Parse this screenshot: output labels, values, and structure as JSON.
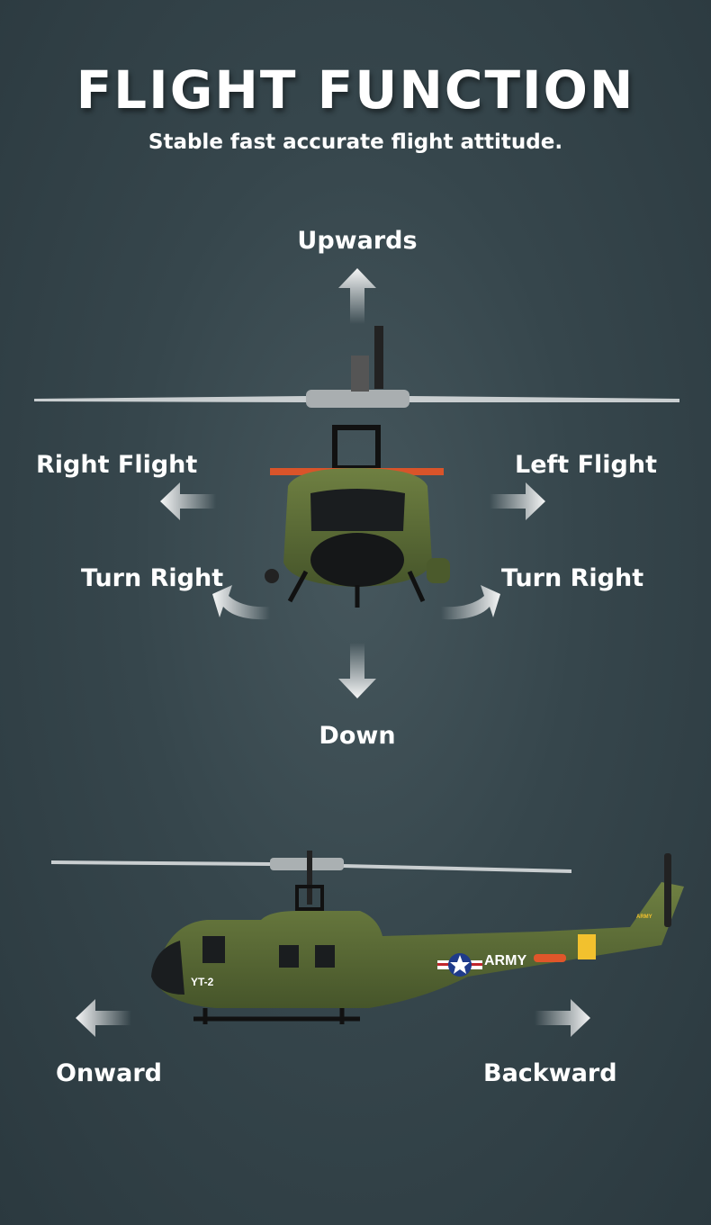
{
  "header": {
    "title": "FLIGHT FUNCTION",
    "subtitle": "Stable fast accurate flight attitude."
  },
  "directions": {
    "up": "Upwards",
    "right_flight": "Right Flight",
    "left_flight": "Left Flight",
    "turn_right_left_side": "Turn Right",
    "turn_right_right_side": "Turn Right",
    "down": "Down",
    "onward": "Onward",
    "backward": "Backward"
  },
  "helicopter": {
    "model_marking": "YT-2",
    "fuselage_marking": "ARMY",
    "tail_marking": "ARMY",
    "body_color": "#5a6b34",
    "stripe_color": "#f2c12e",
    "accent_color": "#e0562a"
  },
  "colors": {
    "background": "#36464c",
    "text": "#ffffff"
  }
}
